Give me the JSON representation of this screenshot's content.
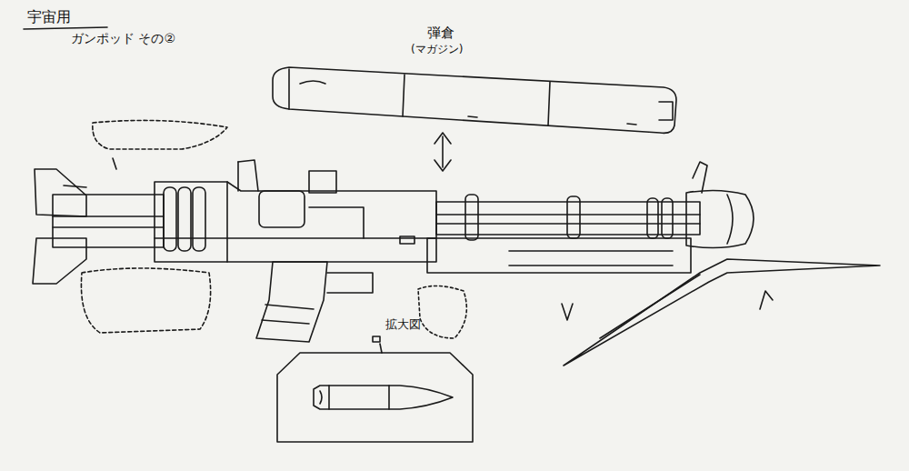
{
  "diagram": {
    "title": "宇宙用",
    "labels": [
      "ガンポッド その②",
      "弾倉",
      "(マガジン)",
      "拡大図"
    ]
  }
}
